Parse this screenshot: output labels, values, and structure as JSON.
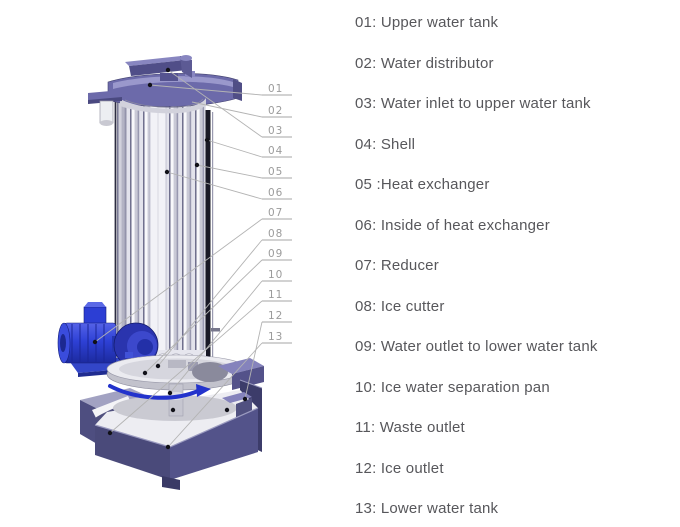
{
  "diagram": {
    "description": "Cutaway technical drawing of a vertical tube ice machine",
    "callout_numbers": [
      "01",
      "02",
      "03",
      "04",
      "05",
      "06",
      "07",
      "08",
      "09",
      "10",
      "11",
      "12",
      "13"
    ],
    "colors": {
      "machine_purple": "#6c6aaa",
      "tank_dark_blue": "#4a4a7a",
      "motor_blue": "#2e41d6",
      "arrow_blue": "#2333cc",
      "leader_grey": "#b3b3b3",
      "callout_text_grey": "#9b9b9b",
      "legend_text_grey": "#57575b",
      "background": "#ffffff"
    }
  },
  "legend": {
    "items": [
      "01: Upper water tank",
      "02: Water distributor",
      "03: Water inlet to upper water tank",
      "04: Shell",
      "05 :Heat exchanger",
      "06: Inside of heat exchanger",
      "07: Reducer",
      "08: Ice cutter",
      "09: Water outlet to lower water tank",
      "10: Ice water separation pan",
      "11: Waste outlet",
      "12: Ice outlet",
      "13: Lower water tank"
    ]
  }
}
